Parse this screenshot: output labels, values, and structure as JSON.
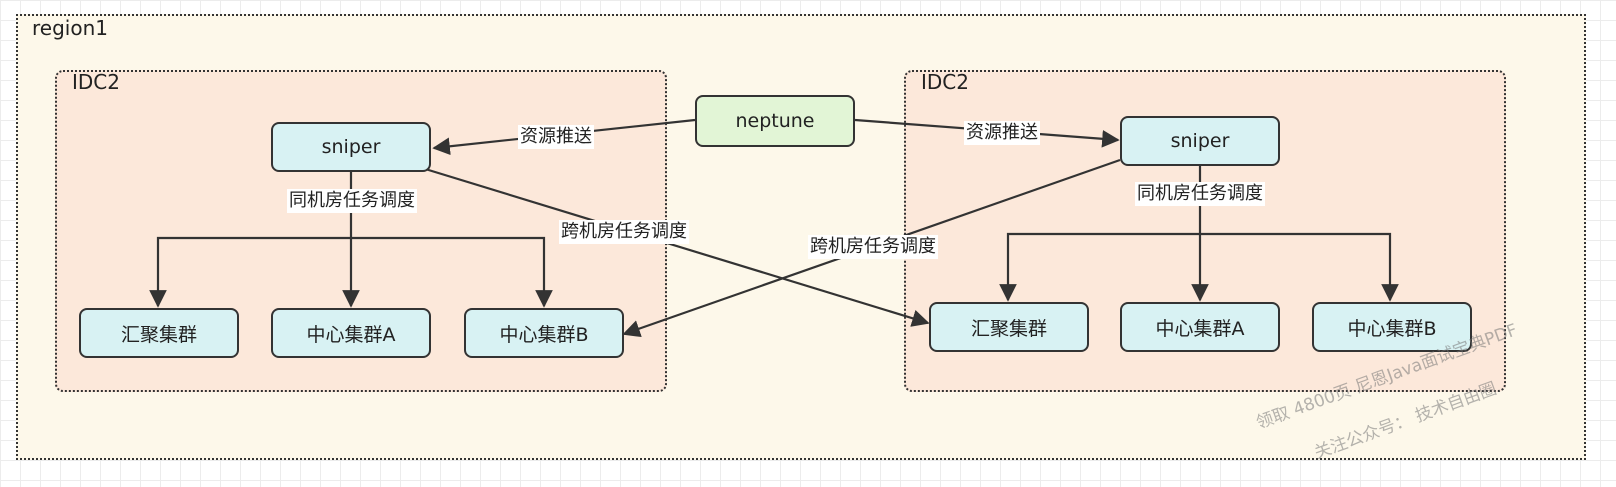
{
  "region": {
    "label": "region1"
  },
  "idc_left": {
    "label": "IDC2"
  },
  "idc_right": {
    "label": "IDC2"
  },
  "nodes": {
    "neptune": "neptune",
    "sniper_left": "sniper",
    "sniper_right": "sniper",
    "cluster_agg_left": "汇聚集群",
    "cluster_center_a_left": "中心集群A",
    "cluster_center_b_left": "中心集群B",
    "cluster_agg_right": "汇聚集群",
    "cluster_center_a_right": "中心集群A",
    "cluster_center_b_right": "中心集群B"
  },
  "edge_labels": {
    "push_left": "资源推送",
    "push_right": "资源推送",
    "same_room_left": "同机房任务调度",
    "same_room_right": "同机房任务调度",
    "cross_room_left": "跨机房任务调度",
    "cross_room_right": "跨机房任务调度"
  },
  "watermark": {
    "line1": "领取 4800页 尼恩Java面试宝典PDF",
    "line2": "关注公众号： 技术自由圈"
  },
  "colors": {
    "region_fill": "#fdf8ea",
    "idc_fill": "#fce8da",
    "node_fill": "#d8f2f3",
    "neptune_fill": "#e2f5d6",
    "stroke": "#333333"
  }
}
